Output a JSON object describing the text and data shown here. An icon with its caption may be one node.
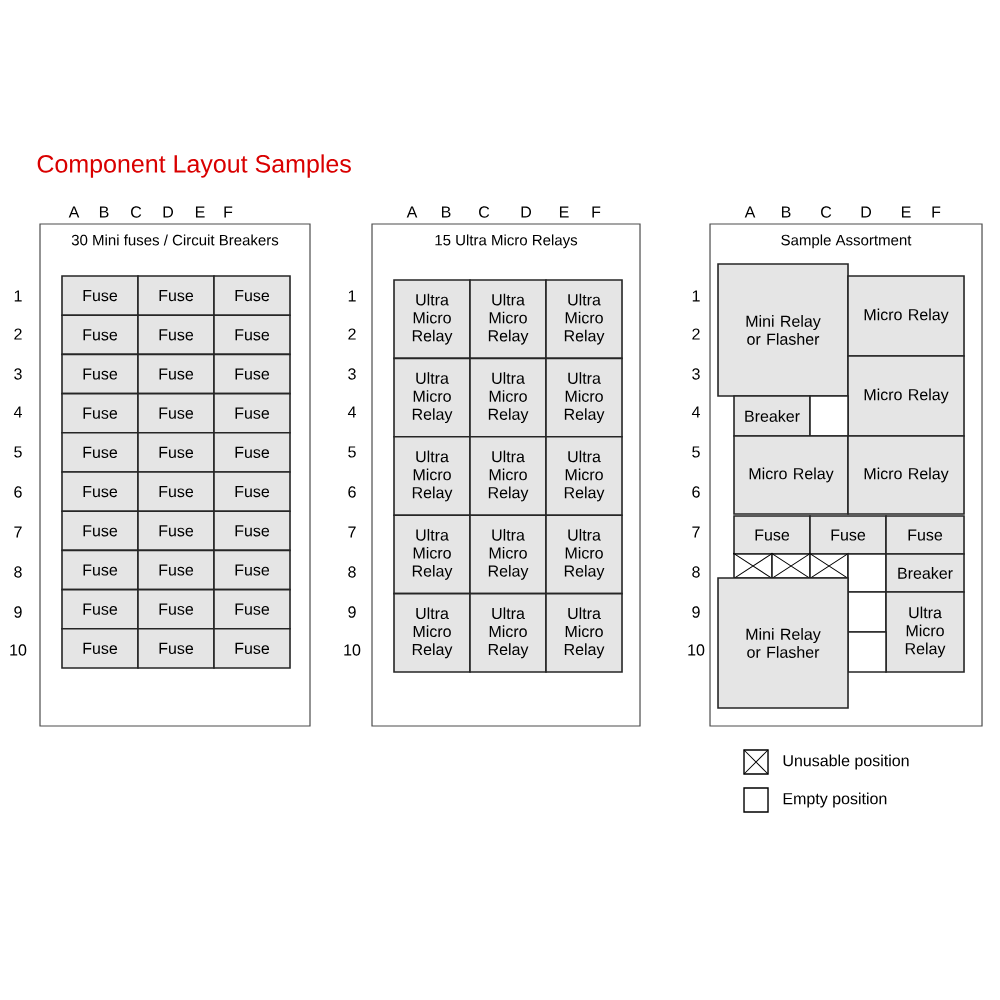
{
  "diagram": {
    "title": "Component Layout Samples",
    "nodes": [
      {
        "text": [
          "30 Mini fuses / Circuit Breakers"
        ]
      },
      {
        "text": [
          "Fuse"
        ],
        "in": 0
      },
      {
        "text": [
          "Fuse"
        ],
        "in": 0
      },
      {
        "text": [
          "Fuse"
        ],
        "in": 0
      },
      {
        "text": [
          "Fuse"
        ],
        "in": 0
      },
      {
        "text": [
          "Fuse"
        ],
        "in": 0
      },
      {
        "text": [
          "Fuse"
        ],
        "in": 0
      },
      {
        "text": [
          "Fuse"
        ],
        "in": 0
      },
      {
        "text": [
          "Fuse"
        ],
        "in": 0
      },
      {
        "text": [
          "Fuse"
        ],
        "in": 0
      },
      {
        "text": [
          "Fuse"
        ],
        "in": 0
      },
      {
        "text": [
          "Fuse"
        ],
        "in": 0
      },
      {
        "text": [
          "Fuse"
        ],
        "in": 0
      },
      {
        "text": [
          "Fuse"
        ],
        "in": 0
      },
      {
        "text": [
          "Fuse"
        ],
        "in": 0
      },
      {
        "text": [
          "Fuse"
        ],
        "in": 0
      },
      {
        "text": [
          "Fuse"
        ],
        "in": 0
      },
      {
        "text": [
          "Fuse"
        ],
        "in": 0
      },
      {
        "text": [
          "Fuse"
        ],
        "in": 0
      },
      {
        "text": [
          "Fuse"
        ],
        "in": 0
      },
      {
        "text": [
          "Fuse"
        ],
        "in": 0
      },
      {
        "text": [
          "Fuse"
        ],
        "in": 0
      },
      {
        "text": [
          "Fuse"
        ],
        "in": 0
      },
      {
        "text": [
          "Fuse"
        ],
        "in": 0
      },
      {
        "text": [
          "Fuse"
        ],
        "in": 0
      },
      {
        "text": [
          "Fuse"
        ],
        "in": 0
      },
      {
        "text": [
          "Fuse"
        ],
        "in": 0
      },
      {
        "text": [
          "Fuse"
        ],
        "in": 0
      },
      {
        "text": [
          "Fuse"
        ],
        "in": 0
      },
      {
        "text": [
          "Fuse"
        ],
        "in": 0
      },
      {
        "text": [
          "Fuse"
        ],
        "in": 0
      },
      {
        "text": [
          "15 Ultra Micro Relays"
        ]
      },
      {
        "text": [
          "Ultra Micro Relay"
        ],
        "in": 31
      },
      {
        "text": [
          "Ultra Micro Relay"
        ],
        "in": 31
      },
      {
        "text": [
          "Ultra Micro Relay"
        ],
        "in": 31
      },
      {
        "text": [
          "Ultra Micro Relay"
        ],
        "in": 31
      },
      {
        "text": [
          "Ultra Micro Relay"
        ],
        "in": 31
      },
      {
        "text": [
          "Ultra Micro Relay"
        ],
        "in": 31
      },
      {
        "text": [
          "Ultra Micro Relay"
        ],
        "in": 31
      },
      {
        "text": [
          "Ultra Micro Relay"
        ],
        "in": 31
      },
      {
        "text": [
          "Ultra Micro Relay"
        ],
        "in": 31
      },
      {
        "text": [
          "Ultra Micro Relay"
        ],
        "in": 31
      },
      {
        "text": [
          "Ultra Micro Relay"
        ],
        "in": 31
      },
      {
        "text": [
          "Ultra Micro Relay"
        ],
        "in": 31
      },
      {
        "text": [
          "Ultra Micro Relay"
        ],
        "in": 31
      },
      {
        "text": [
          "Ultra Micro Relay"
        ],
        "in": 31
      },
      {
        "text": [
          "Ultra Micro Relay"
        ],
        "in": 31
      },
      {
        "text": [
          "Sample Assortment"
        ]
      },
      {
        "text": [
          "Mini Relay or Flasher"
        ],
        "in": 47
      },
      {
        "text": [
          "Micro Relay"
        ],
        "in": 47
      },
      {
        "text": [
          "Micro Relay"
        ],
        "in": 47
      },
      {
        "text": [
          "Breaker"
        ],
        "in": 47
      },
      {
        "text": [],
        "shape": "box",
        "in": 47
      },
      {
        "text": [
          "Micro Relay"
        ],
        "in": 47
      },
      {
        "text": [
          "Micro Relay"
        ],
        "in": 47
      },
      {
        "text": [
          "Fuse"
        ],
        "in": 47
      },
      {
        "text": [
          "Fuse"
        ],
        "in": 47
      },
      {
        "text": [
          "Fuse"
        ],
        "in": 47
      },
      {
        "text": [],
        "shape": "cross",
        "in": 47
      },
      {
        "text": [],
        "shape": "cross",
        "in": 47
      },
      {
        "text": [],
        "shape": "cross",
        "in": 47
      },
      {
        "text": [],
        "shape": "box",
        "in": 47
      },
      {
        "text": [
          "Breaker"
        ],
        "in": 47
      },
      {
        "text": [],
        "shape": "box",
        "in": 47
      },
      {
        "text": [
          "Ultra Micro Relay"
        ],
        "in": 47
      },
      {
        "text": [],
        "shape": "box",
        "in": 47
      },
      {
        "text": [
          "Mini Relay or Flasher"
        ],
        "in": 47
      }
    ],
    "labels": [
      "A",
      "B",
      "C",
      "D",
      "E",
      "F",
      "A",
      "B",
      "C",
      "D",
      "E",
      "F",
      "A",
      "B",
      "C",
      "D",
      "E",
      "F",
      "1",
      "2",
      "3",
      "4",
      "5",
      "6",
      "7",
      "8",
      "9",
      "10",
      "1",
      "2",
      "3",
      "4",
      "5",
      "6",
      "7",
      "8",
      "9",
      "10",
      "1",
      "2",
      "3",
      "4",
      "5",
      "6",
      "7",
      "8",
      "9",
      "10"
    ],
    "legend": [
      {
        "text": "Unusable position"
      },
      {
        "text": "Empty position"
      }
    ]
  }
}
